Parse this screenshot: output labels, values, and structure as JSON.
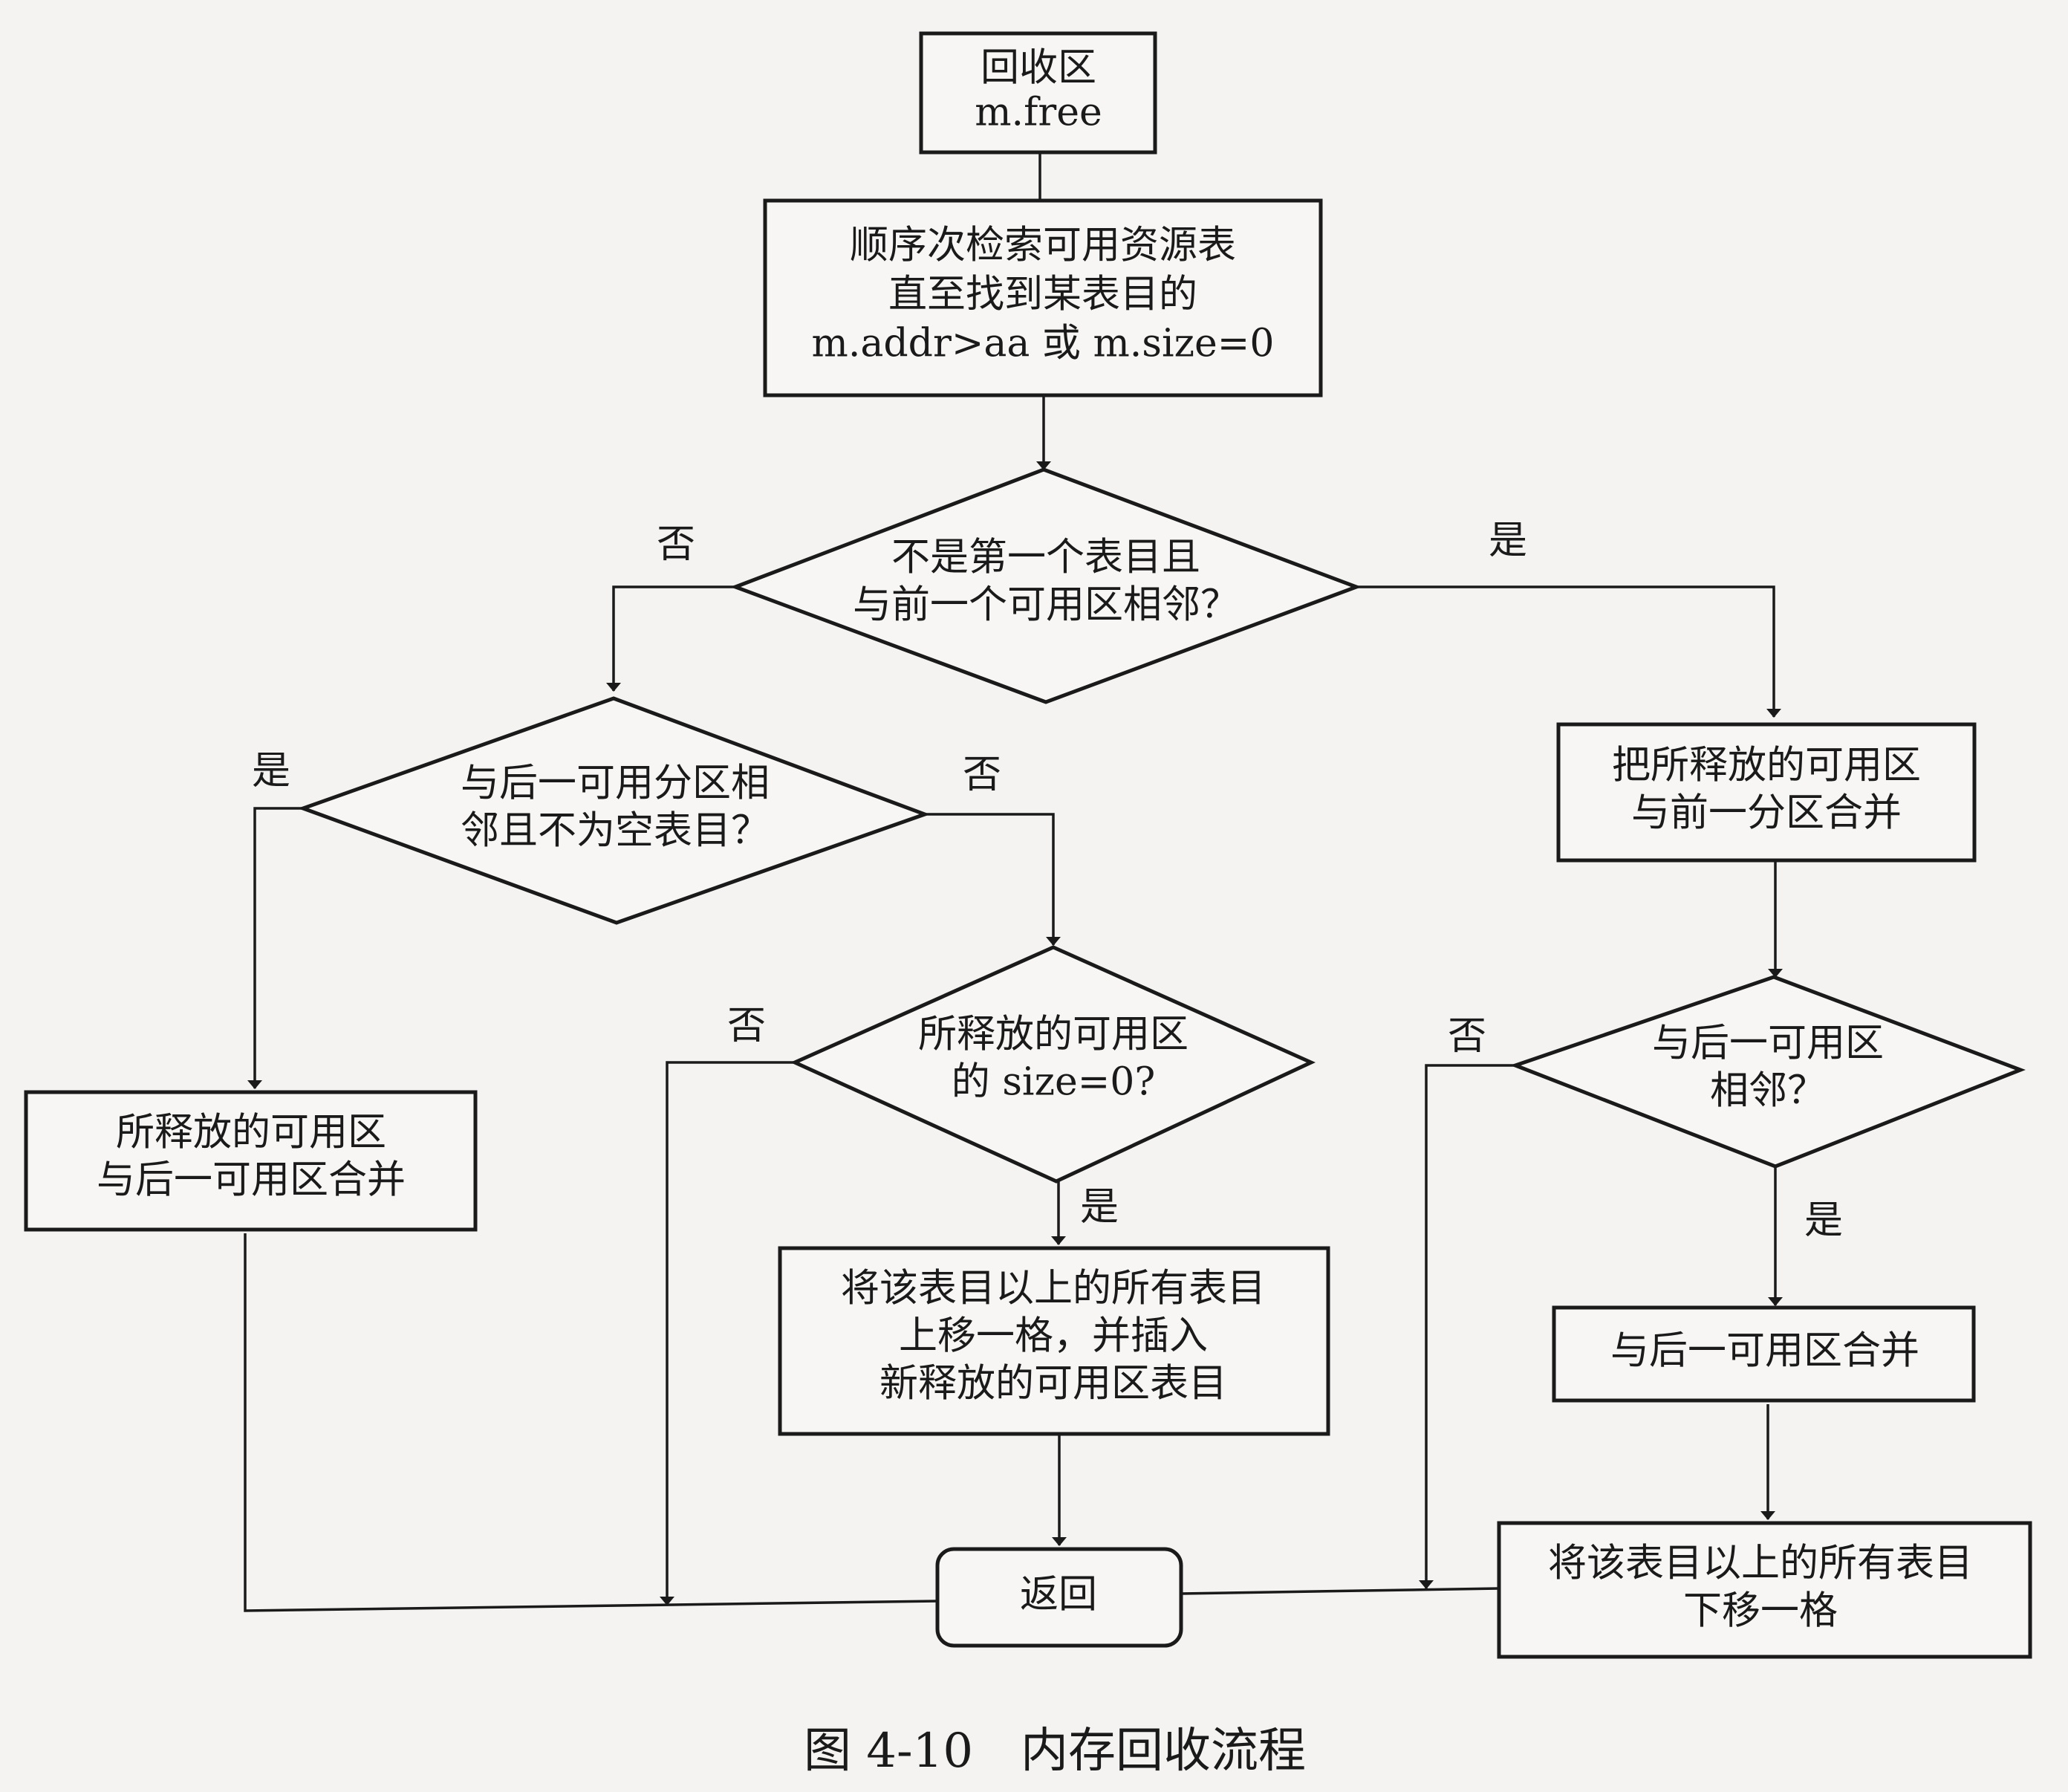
{
  "nodes": {
    "start": {
      "lines": [
        "回收区",
        "m.free"
      ]
    },
    "search": {
      "lines": [
        "顺序次检索可用资源表",
        "直至找到某表目的",
        "m.addr>aa 或 m.size=0"
      ]
    },
    "d_prev": {
      "lines": [
        "不是第一个表目且",
        "与前一个可用区相邻？"
      ]
    },
    "merge_prev": {
      "lines": [
        "把所释放的可用区",
        "与前一分区合并"
      ]
    },
    "d_next_nonempty": {
      "lines": [
        "与后一可用分区相",
        "邻且不为空表目？"
      ]
    },
    "merge_next_left": {
      "lines": [
        "所释放的可用区",
        "与后一可用区合并"
      ]
    },
    "d_size0": {
      "lines": [
        "所释放的可用区",
        "的 size=0?"
      ]
    },
    "shift_up_insert": {
      "lines": [
        "将该表目以上的所有表目",
        "上移一格，并插入",
        "新释放的可用区表目"
      ]
    },
    "d_next_adj": {
      "lines": [
        "与后一可用区",
        "相邻？"
      ]
    },
    "merge_next_right": {
      "lines": [
        "与后一可用区合并"
      ]
    },
    "shift_down": {
      "lines": [
        "将该表目以上的所有表目",
        "下移一格"
      ]
    },
    "return": {
      "lines": [
        "返回"
      ]
    }
  },
  "edge_labels": {
    "no_prev": "否",
    "yes_prev": "是",
    "yes_next_nonempty": "是",
    "no_next_nonempty": "否",
    "no_size0": "否",
    "yes_size0": "是",
    "no_next_adj": "否",
    "yes_next_adj": "是"
  },
  "caption": "图 4-10　内存回收流程"
}
